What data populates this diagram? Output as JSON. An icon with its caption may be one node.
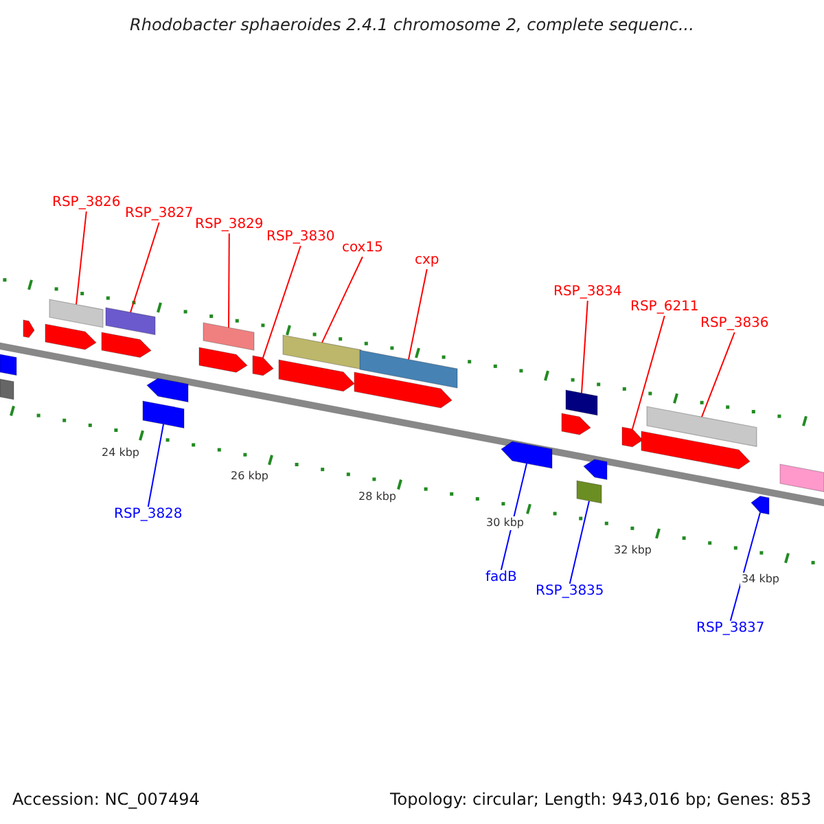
{
  "diagram": {
    "title": "Rhodobacter sphaeroides 2.4.1 chromosome 2, complete sequenc...",
    "nodes": [
      {
        "text": [
          "RSP_3826"
        ]
      },
      {
        "text": [
          "RSP_3827"
        ]
      },
      {
        "text": [
          "RSP_3829"
        ]
      },
      {
        "text": [
          "RSP_3830"
        ]
      },
      {
        "text": [
          "cox15"
        ]
      },
      {
        "text": [
          "cxp"
        ]
      },
      {
        "text": [
          "RSP_3834"
        ]
      },
      {
        "text": [
          "RSP_6211"
        ]
      },
      {
        "text": [
          "RSP_3836"
        ]
      },
      {
        "text": [
          "RSP_3828"
        ]
      },
      {
        "text": [
          "fadB"
        ]
      },
      {
        "text": [
          "RSP_3835"
        ]
      },
      {
        "text": [
          "RSP_3837"
        ]
      },
      {
        "text": [],
        "shape": "bar"
      },
      {
        "text": [],
        "shape": "bar"
      },
      {
        "text": [],
        "shape": "bar"
      },
      {
        "text": [],
        "shape": "bar"
      },
      {
        "text": [],
        "shape": "arrow"
      },
      {
        "text": [],
        "shape": "bar"
      },
      {
        "text": [],
        "shape": "bar"
      },
      {
        "text": [],
        "shape": "arrow"
      },
      {
        "text": [],
        "shape": "bar"
      },
      {
        "text": [],
        "shape": "bar"
      },
      {
        "text": [],
        "shape": "arrow"
      },
      {
        "text": [],
        "shape": "bar"
      },
      {
        "text": [],
        "shape": "arrow"
      },
      {
        "text": [],
        "shape": "bar"
      },
      {
        "text": [],
        "shape": "bar"
      },
      {
        "text": [],
        "shape": "arrow"
      },
      {
        "text": [],
        "shape": "arrow"
      },
      {
        "text": [],
        "shape": "arrow"
      },
      {
        "text": [],
        "shape": "arrow"
      },
      {
        "text": [],
        "shape": "arrow"
      },
      {
        "text": [],
        "shape": "arrow"
      },
      {
        "text": [],
        "shape": "arrow"
      },
      {
        "text": [],
        "shape": "arrow"
      },
      {
        "text": [],
        "shape": "arrow"
      },
      {
        "text": [],
        "shape": "arrow"
      },
      {
        "text": [],
        "shape": "bar"
      }
    ],
    "edges": [
      {
        "from": 0,
        "to": 13,
        "arrow": "none"
      },
      {
        "from": 1,
        "to": 14,
        "arrow": "none"
      },
      {
        "from": 2,
        "to": 16,
        "arrow": "none"
      },
      {
        "from": 3,
        "to": 17,
        "arrow": "none"
      },
      {
        "from": 4,
        "to": 18,
        "arrow": "none"
      },
      {
        "from": 5,
        "to": 19,
        "arrow": "none"
      },
      {
        "from": 6,
        "to": 21,
        "arrow": "none"
      },
      {
        "from": 7,
        "to": 23,
        "arrow": "none"
      },
      {
        "from": 8,
        "to": 24,
        "arrow": "none"
      },
      {
        "from": 9,
        "to": 15,
        "arrow": "none",
        "color": "#0000ff"
      },
      {
        "from": 10,
        "to": 20,
        "arrow": "none",
        "color": "#0000ff"
      },
      {
        "from": 11,
        "to": 22,
        "arrow": "none",
        "color": "#0000ff"
      },
      {
        "from": 12,
        "to": 25,
        "arrow": "none",
        "color": "#0000ff"
      }
    ],
    "labels": [
      "24 kbp",
      "26 kbp",
      "28 kbp",
      "30 kbp",
      "32 kbp",
      "34 kbp",
      "Accession: NC_007494",
      "Topology: circular; Length: 943,016 bp; Genes: 853"
    ]
  }
}
